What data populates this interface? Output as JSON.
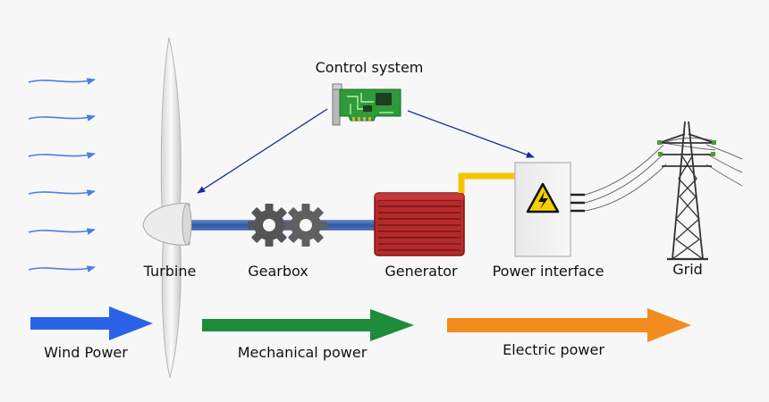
{
  "labels": {
    "control_system": "Control system",
    "turbine": "Turbine",
    "gearbox": "Gearbox",
    "generator": "Generator",
    "power_interface": "Power interface",
    "grid": "Grid",
    "wind_power": "Wind Power",
    "mechanical_power": "Mechanical power",
    "electric_power": "Electric power"
  },
  "colors": {
    "wind_arrows": "#4a7fe0",
    "wind_power_arrow": "#2a63e6",
    "mechanical_power_arrow": "#1e8c3a",
    "electric_power_arrow": "#f28c1e",
    "control_arrows": "#1a2a9c",
    "shaft": "#3d63a8",
    "generator": "#b52a2a",
    "cable": "#f5c400",
    "gear": "#555555"
  },
  "icons": {
    "control_board": "circuit-board-icon",
    "warning": "high-voltage-icon",
    "tower": "transmission-tower-icon"
  }
}
